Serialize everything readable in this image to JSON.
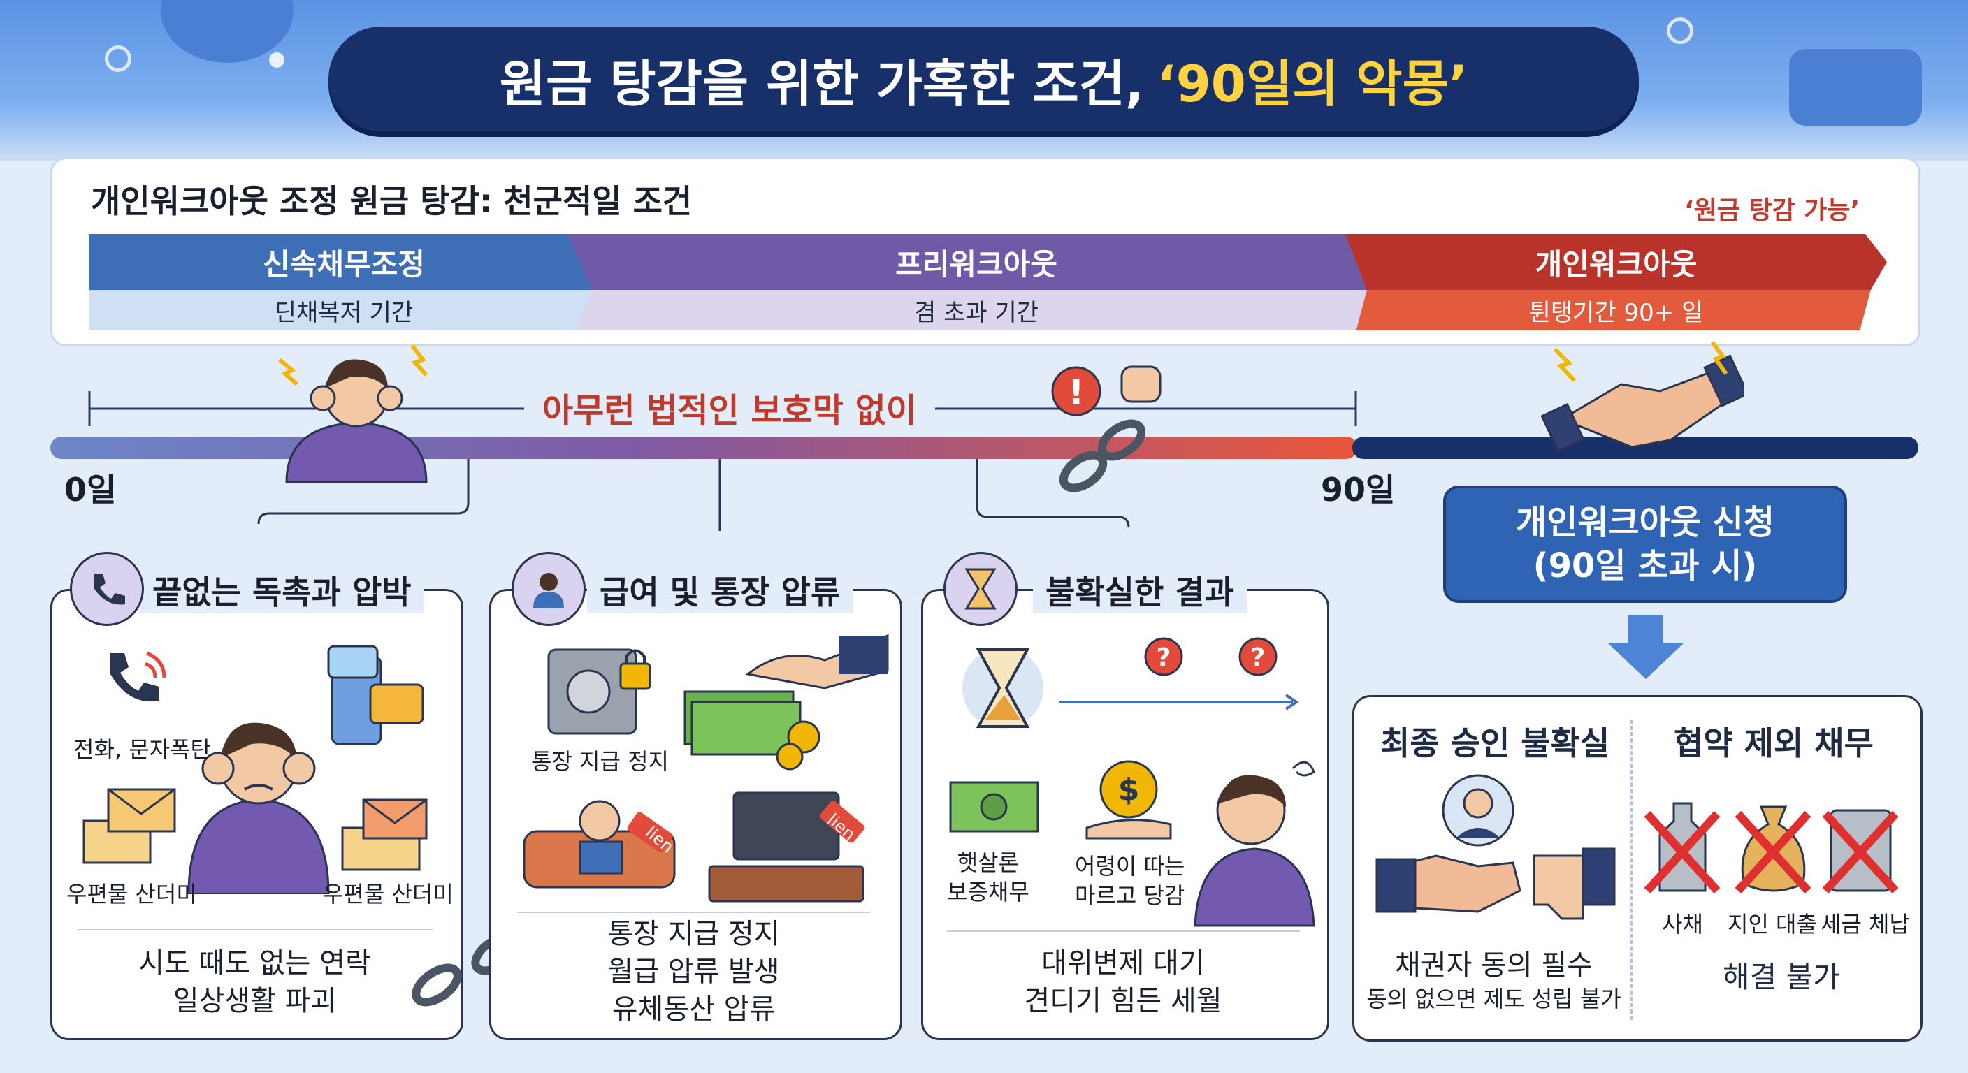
{
  "title": {
    "main": "원금 탕감을 위한 가혹한 조건,",
    "highlight": "‘90일의 악몽’"
  },
  "stages": {
    "heading": "개인워크아웃 조정 원금 탕감: 천군적일 조건",
    "note": "‘원금 탕감 가능’",
    "items": [
      {
        "name": "신속채무조정",
        "period": "딘채복저 기간"
      },
      {
        "name": "프리워크아웃",
        "period": "겸 초과 기간"
      },
      {
        "name": "개인워크아웃",
        "period": "튄탱기간 90+ 일"
      }
    ]
  },
  "timeline": {
    "no_protection": "아무런 법적인 보호막 없이",
    "start": "0일",
    "end": "90일"
  },
  "apply": {
    "line1": "개인워크아웃 신청",
    "line2": "(90일 초과 시)"
  },
  "cards": [
    {
      "title": "끝없는 독촉과 압박",
      "captions": [
        "전화, 문자폭탄",
        "우편물 산더미",
        "우편물 산더미"
      ],
      "bottom": [
        "시도 때도 없는 연락",
        "일상생활 파괴"
      ]
    },
    {
      "title": "급여 및 통장 압류",
      "captions": [
        "통장 지급 정지",
        "lien",
        "lien"
      ],
      "bottom": [
        "통장 지급 정지",
        "월급 압류 발생",
        "유체동산 압류"
      ]
    },
    {
      "title": "불확실한 결과",
      "captions": [
        "햇살론",
        "보증채무",
        "어령이 따는",
        "마르고 당감"
      ],
      "bottom": [
        "대위변제 대기",
        "견디기 힘든 세월"
      ]
    }
  ],
  "final": {
    "left_title": "최종 승인 불확실",
    "left_bottom": [
      "채권자 동의 필수",
      "동의 없으면 제도 성립 불가"
    ],
    "right_title": "협약 제외 채무",
    "right_captions": [
      "사채",
      "지인 대출",
      "세금 체납"
    ],
    "right_bottom": "해결 불가"
  },
  "colors": {
    "navy": "#17306a",
    "blue": "#3e6fb6",
    "purple": "#6f5aa8",
    "red": "#c0392b",
    "yellow": "#ffd23f"
  }
}
